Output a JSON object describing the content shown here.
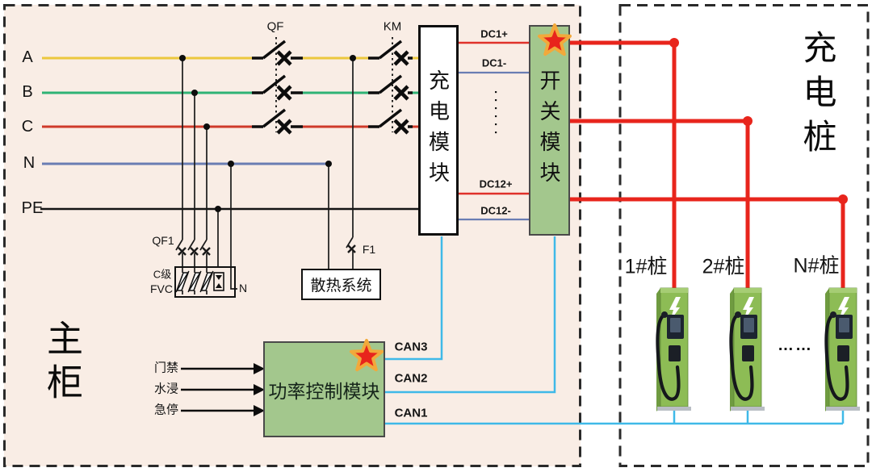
{
  "colors": {
    "cabinet_bg": "#f9ede5",
    "phase_a": "#ecc83d",
    "phase_b": "#2fb375",
    "phase_c": "#cf3a2a",
    "neutral_blue": "#6a7db3",
    "dc_red": "#e8251c",
    "can_bus": "#3fb9e8",
    "module_green": "#a3c78d",
    "star_red": "#e8241c",
    "star_gold": "#f2a93b",
    "pile_green": "#8dbc55"
  },
  "main_cabinet": {
    "label": "主柜",
    "bus_labels": [
      "A",
      "B",
      "C",
      "N",
      "PE"
    ],
    "breaker_label": "QF",
    "contactor_label": "KM",
    "surge": {
      "breaker_label": "QF1",
      "class_label": "C级",
      "device_label": "FVC",
      "neutral_label": "N"
    },
    "fuse_label": "F1",
    "cooling_system_label": "散热系统",
    "charge_module_label": "充电模块",
    "switch_module_label": "开关模块",
    "dc_ports": {
      "first_pos": "DC1+",
      "first_neg": "DC1-",
      "ellipsis": "······",
      "last_pos": "DC12+",
      "last_neg": "DC12-"
    },
    "power_control": {
      "label": "功率控制模块",
      "inputs": [
        "门禁",
        "水浸",
        "急停"
      ],
      "can_ports": [
        "CAN3",
        "CAN2",
        "CAN1"
      ]
    }
  },
  "charging_area": {
    "label": "充电桩",
    "pile_labels": [
      "1#桩",
      "2#桩",
      "N#桩"
    ],
    "ellipsis": "……"
  }
}
